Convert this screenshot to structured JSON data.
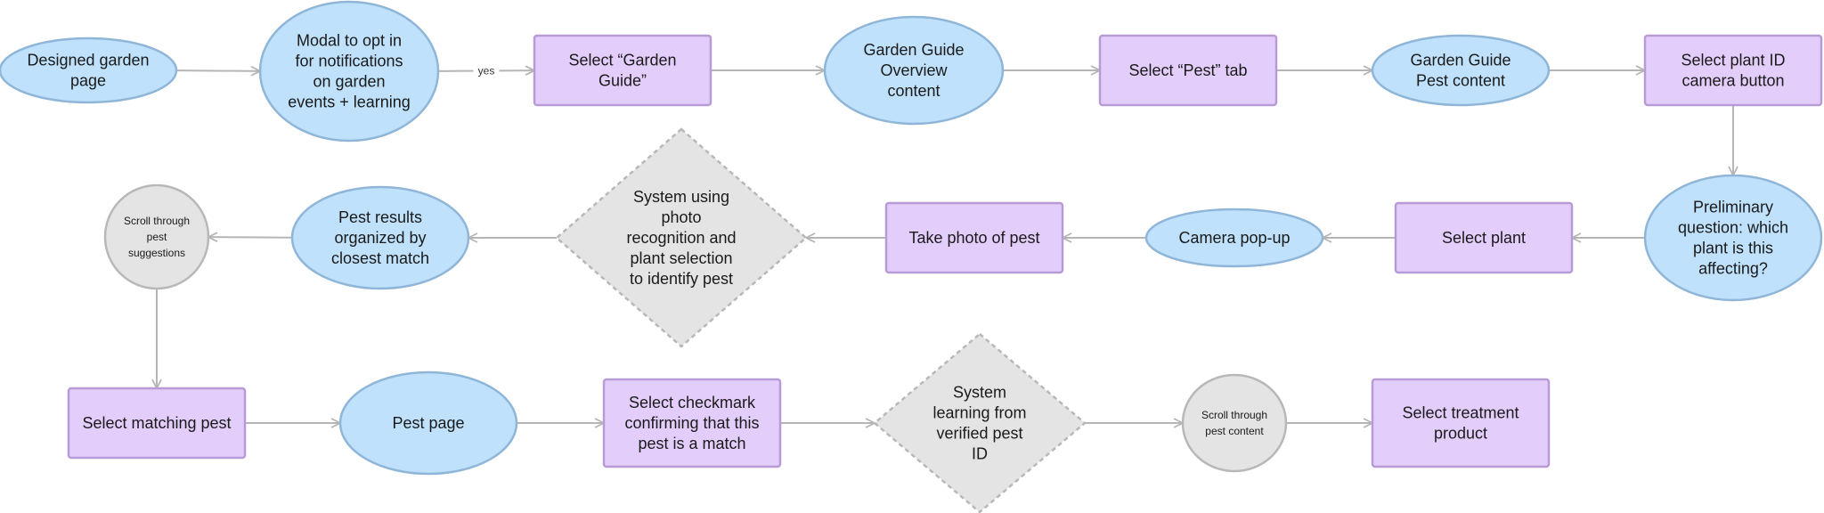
{
  "colors": {
    "process_fill": "#e3cdfb",
    "process_stroke": "#b79ad6",
    "screen_fill": "#bfe1fb",
    "screen_stroke": "#8fb6d8",
    "system_fill": "#e4e4e4",
    "system_stroke": "#b8b8b8",
    "small_fill": "#e4e4e4",
    "small_stroke": "#b8b8b8",
    "edge": "#b5b5b5"
  },
  "nodes": [
    {
      "id": "designed-garden-page",
      "shape": "ellipse",
      "lines": [
        "Designed garden",
        "page"
      ]
    },
    {
      "id": "modal-opt-in",
      "shape": "ellipse",
      "lines": [
        "Modal to opt in",
        "for notifications",
        "on garden",
        "events + learning"
      ]
    },
    {
      "id": "select-garden-guide",
      "shape": "rect",
      "lines": [
        "Select “Garden",
        "Guide”"
      ]
    },
    {
      "id": "garden-guide-overview",
      "shape": "ellipse",
      "lines": [
        "Garden Guide",
        "Overview",
        "content"
      ]
    },
    {
      "id": "select-pest-tab",
      "shape": "rect",
      "lines": [
        "Select “Pest” tab"
      ]
    },
    {
      "id": "garden-guide-pest-content",
      "shape": "ellipse",
      "lines": [
        "Garden Guide",
        "Pest content"
      ]
    },
    {
      "id": "select-plant-id-camera",
      "shape": "rect",
      "lines": [
        "Select plant ID",
        "camera button"
      ]
    },
    {
      "id": "preliminary-question",
      "shape": "ellipse",
      "lines": [
        "Preliminary",
        "question: which",
        "plant is this",
        "affecting?"
      ]
    },
    {
      "id": "select-plant",
      "shape": "rect",
      "lines": [
        "Select plant"
      ]
    },
    {
      "id": "camera-popup",
      "shape": "ellipse",
      "lines": [
        "Camera pop-up"
      ]
    },
    {
      "id": "take-photo-of-pest",
      "shape": "rect",
      "lines": [
        "Take photo of pest"
      ]
    },
    {
      "id": "system-photo-recognition",
      "shape": "diamond",
      "lines": [
        "System using",
        "photo",
        "recognition and",
        "plant selection",
        "to identify pest"
      ]
    },
    {
      "id": "pest-results",
      "shape": "ellipse",
      "lines": [
        "Pest results",
        "organized by",
        "closest match"
      ]
    },
    {
      "id": "scroll-pest-suggestions",
      "shape": "circle",
      "lines": [
        "Scroll through",
        "pest",
        "suggestions"
      ]
    },
    {
      "id": "select-matching-pest",
      "shape": "rect",
      "lines": [
        "Select matching pest"
      ]
    },
    {
      "id": "pest-page",
      "shape": "ellipse",
      "lines": [
        "Pest page"
      ]
    },
    {
      "id": "select-checkmark",
      "shape": "rect",
      "lines": [
        "Select checkmark",
        "confirming that this",
        "pest is a match"
      ]
    },
    {
      "id": "system-learning",
      "shape": "diamond",
      "lines": [
        "System",
        "learning from",
        "verified pest",
        "ID"
      ]
    },
    {
      "id": "scroll-pest-content",
      "shape": "circle",
      "lines": [
        "Scroll through",
        "pest content"
      ]
    },
    {
      "id": "select-treatment-product",
      "shape": "rect",
      "lines": [
        "Select treatment",
        "product"
      ]
    }
  ],
  "edges": [
    {
      "from": "designed-garden-page",
      "to": "modal-opt-in",
      "label": ""
    },
    {
      "from": "modal-opt-in",
      "to": "select-garden-guide",
      "label": "yes"
    },
    {
      "from": "select-garden-guide",
      "to": "garden-guide-overview",
      "label": ""
    },
    {
      "from": "garden-guide-overview",
      "to": "select-pest-tab",
      "label": ""
    },
    {
      "from": "select-pest-tab",
      "to": "garden-guide-pest-content",
      "label": ""
    },
    {
      "from": "garden-guide-pest-content",
      "to": "select-plant-id-camera",
      "label": ""
    },
    {
      "from": "select-plant-id-camera",
      "to": "preliminary-question",
      "label": ""
    },
    {
      "from": "preliminary-question",
      "to": "select-plant",
      "label": ""
    },
    {
      "from": "select-plant",
      "to": "camera-popup",
      "label": ""
    },
    {
      "from": "camera-popup",
      "to": "take-photo-of-pest",
      "label": ""
    },
    {
      "from": "take-photo-of-pest",
      "to": "system-photo-recognition",
      "label": ""
    },
    {
      "from": "system-photo-recognition",
      "to": "pest-results",
      "label": ""
    },
    {
      "from": "pest-results",
      "to": "scroll-pest-suggestions",
      "label": ""
    },
    {
      "from": "scroll-pest-suggestions",
      "to": "select-matching-pest",
      "label": ""
    },
    {
      "from": "select-matching-pest",
      "to": "pest-page",
      "label": ""
    },
    {
      "from": "pest-page",
      "to": "select-checkmark",
      "label": ""
    },
    {
      "from": "select-checkmark",
      "to": "system-learning",
      "label": ""
    },
    {
      "from": "system-learning",
      "to": "scroll-pest-content",
      "label": ""
    },
    {
      "from": "scroll-pest-content",
      "to": "select-treatment-product",
      "label": ""
    }
  ]
}
